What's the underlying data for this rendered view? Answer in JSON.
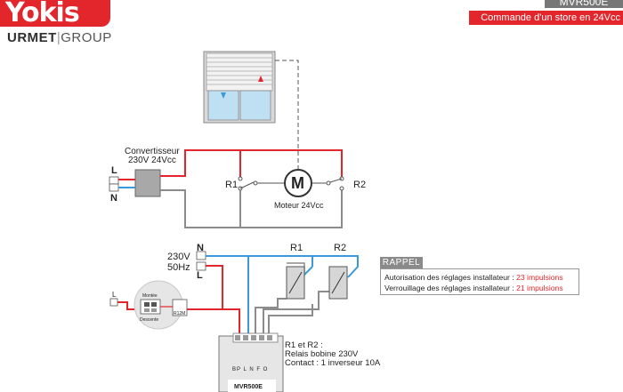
{
  "brand": {
    "logo": "Yokis",
    "group_primary": "URMET",
    "group_secondary": "GROUP"
  },
  "header": {
    "model": "MVR500E",
    "subtitle": "Commande d'un store en 24Vcc"
  },
  "diagram1": {
    "converter_title": "Convertisseur",
    "converter_spec": "230V 24Vcc",
    "line_L": "L",
    "line_N": "N",
    "relay_left": "R1",
    "relay_right": "R2",
    "motor_symbol": "M",
    "motor_label": "Moteur 24Vcc"
  },
  "diagram2": {
    "voltage": "230V",
    "frequency": "50Hz",
    "line_N": "N",
    "line_L": "L",
    "relay_1": "R1",
    "relay_2": "R2",
    "switch_line_L": "L",
    "switch_up": "Montée",
    "switch_down": "Descente",
    "module_r12m": "R12M",
    "terminal_labels": "BP L N F O",
    "relay_note_title": "R1 et R2 :",
    "relay_note_coil": "Relais bobine 230V",
    "relay_note_contact": "Contact : 1 inverseur 10A",
    "module_name": "MVR500E"
  },
  "rappel": {
    "title": "RAPPEL",
    "line1_text": "Autorisation des réglages installateur : ",
    "line1_value": "23 impulsions",
    "line2_text": "Verrouillage des réglages installateur : ",
    "line2_value": "21 impulsions"
  },
  "colors": {
    "brand_red": "#e3262b",
    "wire_red": "#e3262b",
    "wire_blue": "#3a9ad9",
    "wire_grey": "#8c8c8c"
  }
}
